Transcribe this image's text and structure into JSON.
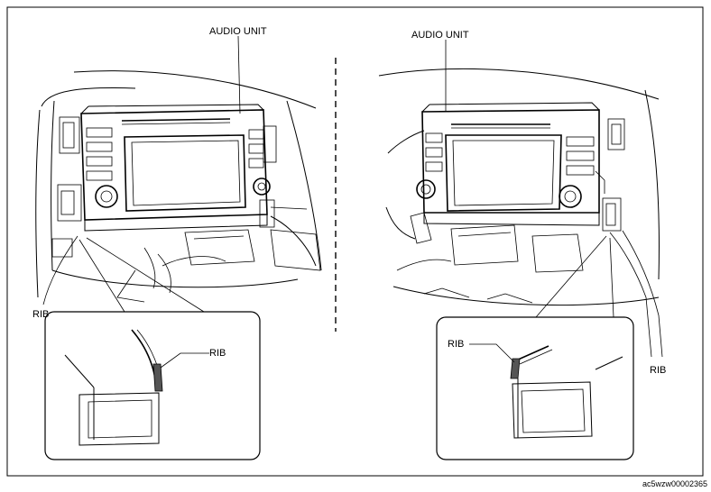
{
  "labels": {
    "audio_unit_left": "AUDIO UNIT",
    "audio_unit_right": "AUDIO UNIT",
    "rib_left_outer": "RIB",
    "rib_left_detail": "RIB",
    "rib_right_detail": "RIB",
    "rib_right_outer": "RIB"
  },
  "figure_code": "ac5wzw00002365"
}
